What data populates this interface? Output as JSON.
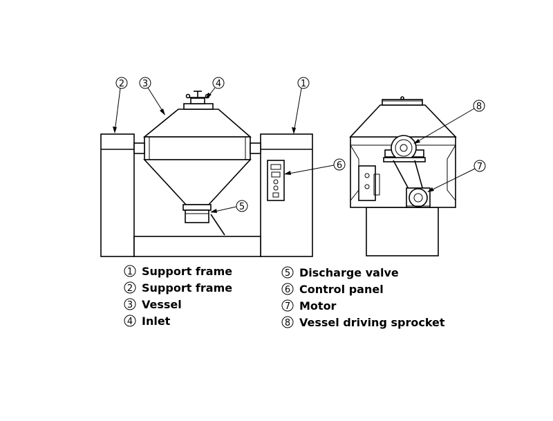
{
  "callouts": {
    "c1": "1",
    "c2": "2",
    "c3": "3",
    "c4": "4",
    "c5": "5",
    "c6": "6",
    "c7": "7",
    "c8": "8"
  },
  "legend": [
    {
      "num": "1",
      "label": "Support frame"
    },
    {
      "num": "2",
      "label": "Support frame"
    },
    {
      "num": "3",
      "label": "Vessel"
    },
    {
      "num": "4",
      "label": "Inlet"
    },
    {
      "num": "5",
      "label": "Discharge valve"
    },
    {
      "num": "6",
      "label": "Control panel"
    },
    {
      "num": "7",
      "label": "Motor"
    },
    {
      "num": "8",
      "label": "Vessel driving sprocket"
    }
  ]
}
